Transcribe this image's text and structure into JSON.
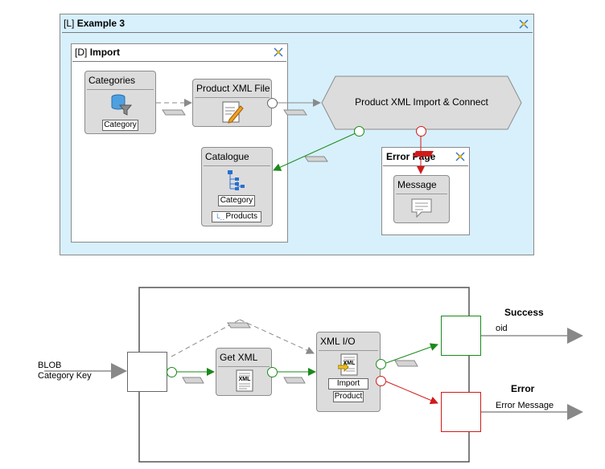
{
  "example_frame": {
    "prefix": "[L]",
    "title": "Example 3"
  },
  "import_frame": {
    "prefix": "[D]",
    "title": "Import"
  },
  "categories_node": {
    "title": "Categories",
    "tag": "Category"
  },
  "product_xml_file_node": {
    "title": "Product XML File"
  },
  "hex_node": {
    "label": "Product XML Import & Connect"
  },
  "catalogue_node": {
    "title": "Catalogue",
    "tag1": "Category",
    "tag2": "Products"
  },
  "error_page_frame": {
    "title": "Error Page"
  },
  "message_node": {
    "title": "Message"
  },
  "lower": {
    "input_labels": {
      "line1": "BLOB",
      "line2": "Category Key"
    },
    "get_xml_node": {
      "title": "Get XML",
      "icon_text": "XML"
    },
    "xml_io_node": {
      "title": "XML I/O",
      "icon_text": "XML",
      "tag1": "Import",
      "tag2": "Product"
    },
    "success": {
      "title": "Success",
      "port_label": "oid"
    },
    "error": {
      "title": "Error",
      "port_label": "Error Message"
    }
  },
  "colors": {
    "frame_bg": "#d7f0fc",
    "success": "#1a8a1a",
    "error": "#d11a1a",
    "node_bg": "#dcdcdc"
  }
}
